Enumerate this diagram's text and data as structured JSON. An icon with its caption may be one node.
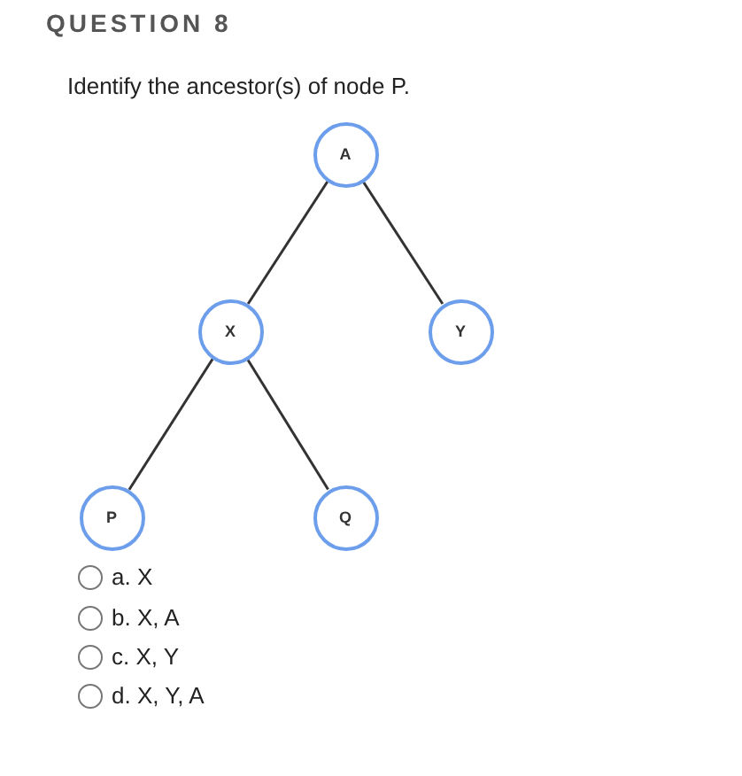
{
  "diagram": {
    "title": "QUESTION 8",
    "nodes": [
      {
        "text": [
          "A"
        ]
      },
      {
        "text": [
          "X"
        ]
      },
      {
        "text": [
          "Y"
        ]
      },
      {
        "text": [
          "P"
        ]
      },
      {
        "text": [
          "Q"
        ]
      }
    ],
    "edges": [
      {
        "from": 0,
        "to": 1,
        "arrow": "none"
      },
      {
        "from": 0,
        "to": 2,
        "arrow": "none"
      },
      {
        "from": 1,
        "to": 3,
        "arrow": "none"
      },
      {
        "from": 1,
        "to": 4,
        "arrow": "none"
      }
    ],
    "labels": [
      "Identify the ancestor(s) of node P.",
      "a. X",
      "b. X, A",
      "c. X, Y",
      "d. X, Y, A"
    ]
  }
}
